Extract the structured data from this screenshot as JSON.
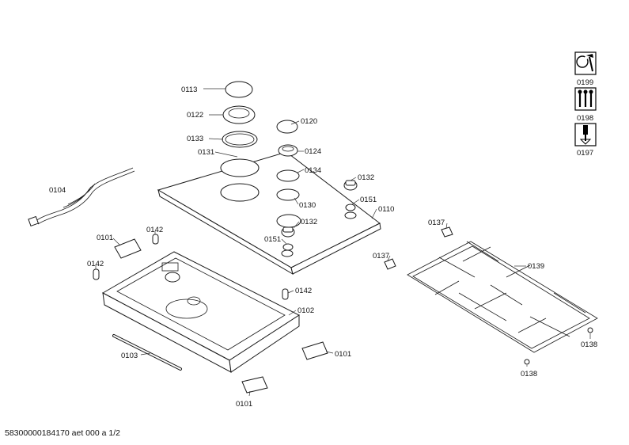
{
  "document": {
    "footer": "58300000184170 aet 000 a 1/2"
  },
  "callouts": [
    "0113",
    "0122",
    "0120",
    "0133",
    "0124",
    "0131",
    "0134",
    "0132",
    "0104",
    "0151",
    "0110",
    "0130",
    "0132",
    "0151",
    "0137",
    "0101",
    "0142",
    "0137",
    "0139",
    "0142",
    "0142",
    "0102",
    "0101",
    "0103",
    "0138",
    "0138",
    "0101"
  ],
  "legend": {
    "service_tools_label": "0199",
    "screws_label": "0198",
    "screwdriver_label": "0197"
  }
}
